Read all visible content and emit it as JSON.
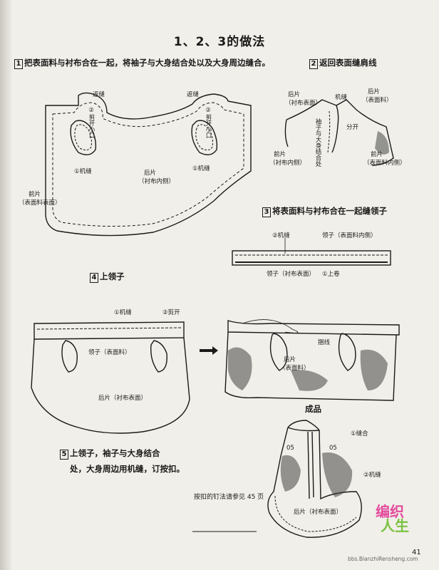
{
  "title": "1、2、3的做法",
  "steps": {
    "s1": {
      "num": "1",
      "text": "把表面料与衬布合在一起，将袖子与大身结合处以及大身周边缝合。"
    },
    "s2": {
      "num": "2",
      "text": "返回表面缝肩线"
    },
    "s3": {
      "num": "3",
      "text": "将表面料与衬布合在一起缝领子"
    },
    "s4": {
      "num": "4",
      "text": "上领子"
    },
    "s5": {
      "num": "5",
      "text": "上领子，袖子与大身结合",
      "text2": "处，大身周边用机缝，订按扣。"
    }
  },
  "labels": {
    "fanfeng_l": "返缝",
    "fanfeng_r": "返缝",
    "jianzi_l": "②剪开小口",
    "jianzi_r": "②剪开小口",
    "jifeng_l": "①机缝",
    "jifeng_r": "①机缝",
    "houpian_1": "后片",
    "houpian_1b": "（衬布内侧）",
    "qianpian_1": "前片",
    "qianpian_1b": "（表面料表面）",
    "s2_houpian_l": "后片",
    "s2_houpian_lb": "（衬布表面）",
    "s2_jifeng": "机缝",
    "s2_houpian_r": "后片",
    "s2_houpian_rb": "（表面料）",
    "s2_fenkai": "分开",
    "s2_vertical": "袖子与大身结合处",
    "s2_qianpian_l": "前片",
    "s2_qianpian_lb": "（衬布内侧）",
    "s2_qianpian_r": "前片",
    "s2_qianpian_rb": "（表面料内侧）",
    "s3_jifeng": "②机缝",
    "s3_lingzi": "领子（表面料内侧）",
    "s3_lingzi_b": "领子（衬布表面）",
    "s3_shangjuan": "①上卷",
    "s4_jifeng": "①机缝",
    "s4_jiankai": "②剪开",
    "s4_lingzi": "领子（表面料）",
    "s4_houpian": "后片（衬布表面）",
    "s4r_chuangfeng": "捆线",
    "s4r_houpian": "后片",
    "s4r_houpian_b": "（表面料）",
    "finished": "成品",
    "f_05_l": "05",
    "f_05_r": "05",
    "f_feng": "①缝合",
    "f_jifeng": "②机缝",
    "f_houpian": "后片（衬布表面）",
    "note": "按扣的钉法请参见 45 页"
  },
  "logo": {
    "line1": "编织",
    "line2": "人生",
    "site": "bbs.BianzhiRensheng.com"
  },
  "page_number": "41"
}
